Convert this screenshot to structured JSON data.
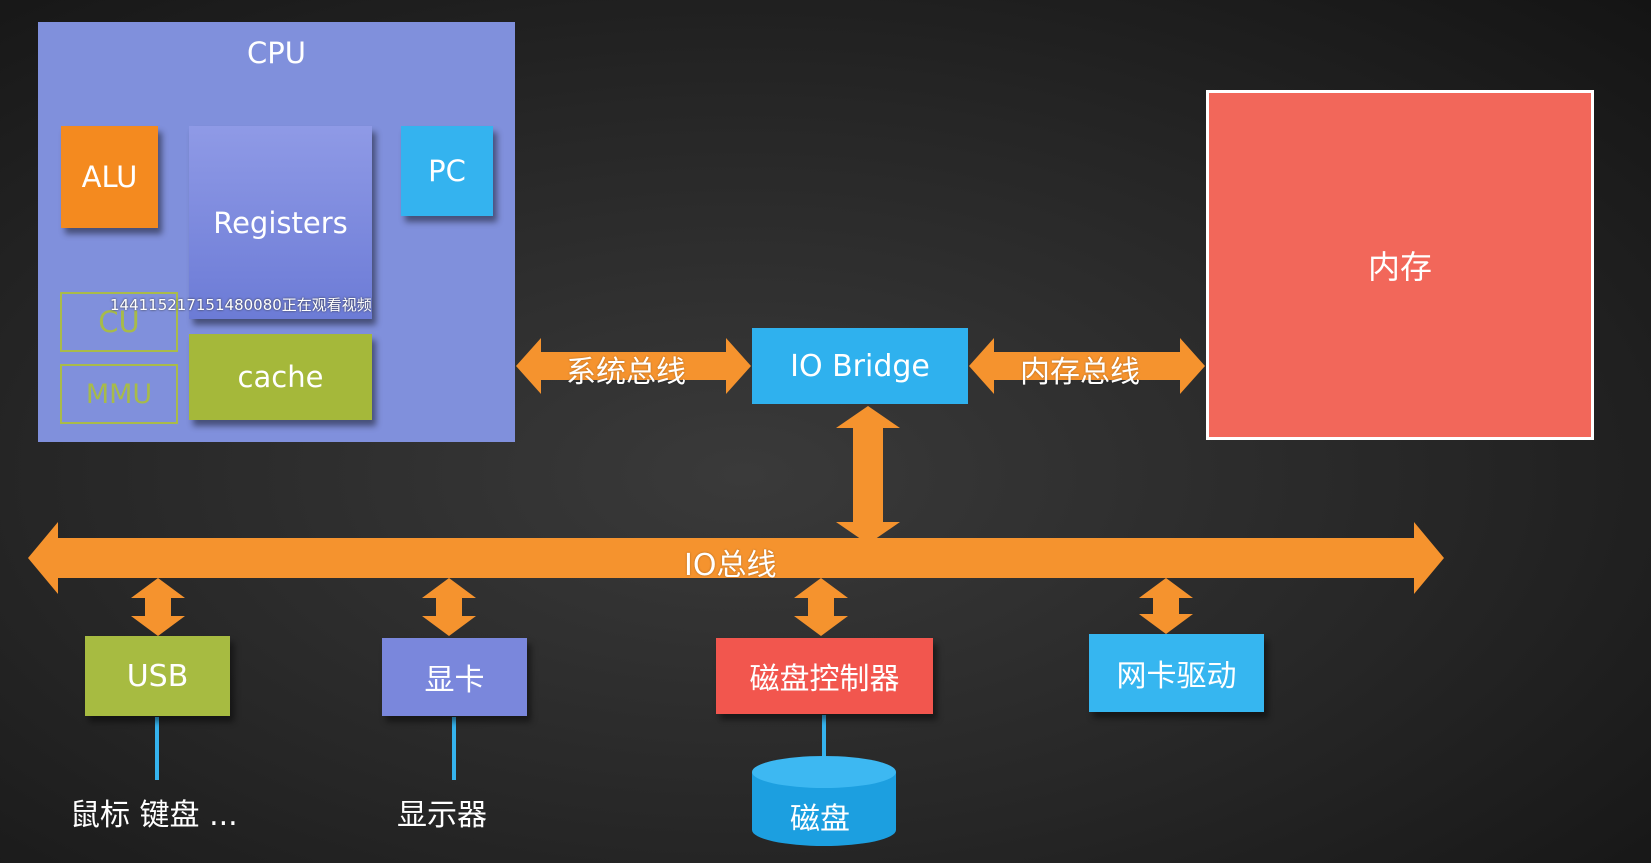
{
  "cpu": {
    "title": "CPU",
    "alu": "ALU",
    "registers": "Registers",
    "pc": "PC",
    "cu": "CU",
    "mmu": "MMU",
    "cache": "cache"
  },
  "overlay": {
    "watermark": "14411521715148008­0正在观看视频"
  },
  "buses": {
    "system_bus": "系统总线",
    "memory_bus": "内存总线",
    "io_bus": "IO总线"
  },
  "io_bridge": "IO Bridge",
  "memory": "内存",
  "devices": {
    "usb": "USB",
    "gpu": "显卡",
    "disk_controller": "磁盘控制器",
    "nic": "网卡驱动"
  },
  "peripherals": {
    "usb": "鼠标 键盘 ...",
    "gpu": "显示器",
    "disk": "磁盘"
  },
  "colors": {
    "arrow": "#f5932e",
    "connector": "#35b3ee",
    "cpu": "#8090dc",
    "memory": "#f2675a"
  }
}
